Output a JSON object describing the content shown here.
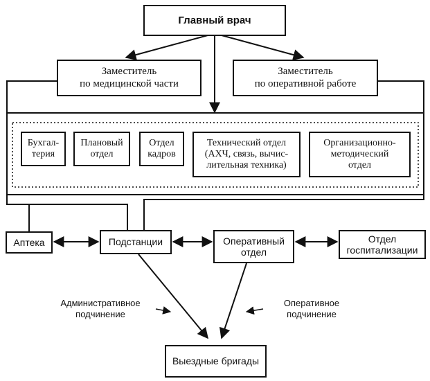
{
  "nodes": {
    "chief": "Главный врач",
    "deputy_medical": "Заместитель\nпо медицинской части",
    "deputy_operational": "Заместитель\nпо оперативной работе",
    "accounting": "Бухгал-\nтерия",
    "planning": "Плановый\nотдел",
    "hr": "Отдел\nкадров",
    "technical": "Технический отдел\n(АХЧ, связь, вычис-\nлительная техника)",
    "methodical": "Организационно-\nметодический\nотдел",
    "pharmacy": "Аптека",
    "substations": "Подстанции",
    "operational_dept": "Оперативный\nотдел",
    "hospitalization": "Отдел\nгоспитализации",
    "field_teams": "Выездные бригады"
  },
  "labels": {
    "administrative": "Административное\nподчинение",
    "operational": "Оперативное\nподчинение"
  }
}
